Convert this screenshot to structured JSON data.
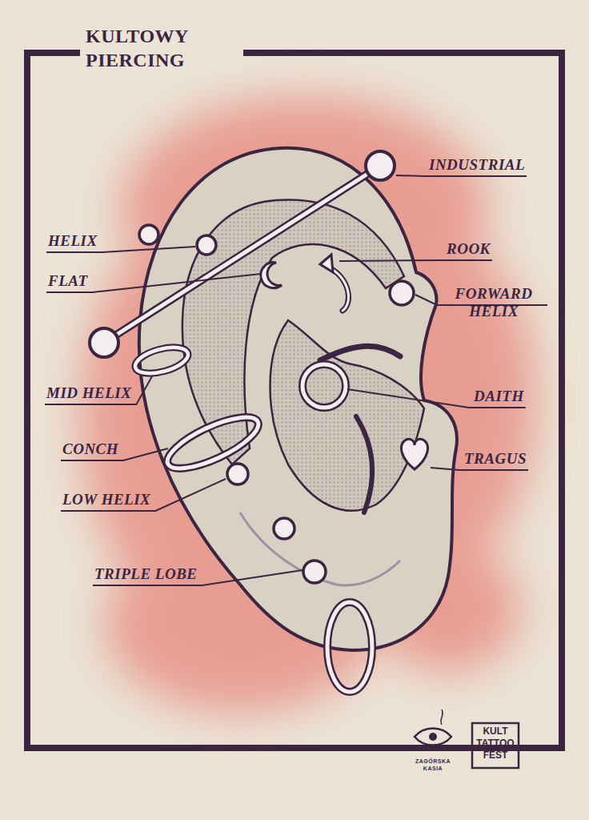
{
  "diagram": {
    "title": "KULTOWY PIERCING",
    "labels": [
      "INDUSTRIAL",
      "ROOK",
      "FORWARD HELIX",
      "DAITH",
      "TRAGUS",
      "HELIX",
      "FLAT",
      "MID HELIX",
      "CONCH",
      "LOW HELIX",
      "TRIPLE LOBE",
      "ZAGÓRSKA KASIA",
      "KULT TATTOO FEST"
    ]
  }
}
